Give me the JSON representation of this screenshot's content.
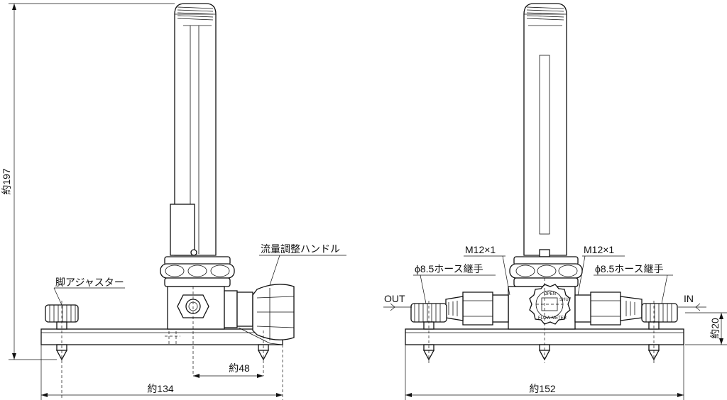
{
  "dimensions": {
    "height_total": "約197",
    "width_left_base": "約134",
    "offset_48": "約48",
    "width_right_base": "約152",
    "base_height": "約20"
  },
  "labels": {
    "flow_handle": "流量調整ハンドル",
    "leg_adjuster": "脚アジャスター",
    "m12_left": "M12×1",
    "m12_right": "M12×1",
    "hose_left": "ϕ8.5ホース継手",
    "hose_right": "ϕ8.5ホース継手",
    "out": "OUT",
    "in": "IN"
  },
  "knob_marks": {
    "top": "OPEN",
    "right": "SHUT",
    "bottom": "FLOW METER"
  }
}
